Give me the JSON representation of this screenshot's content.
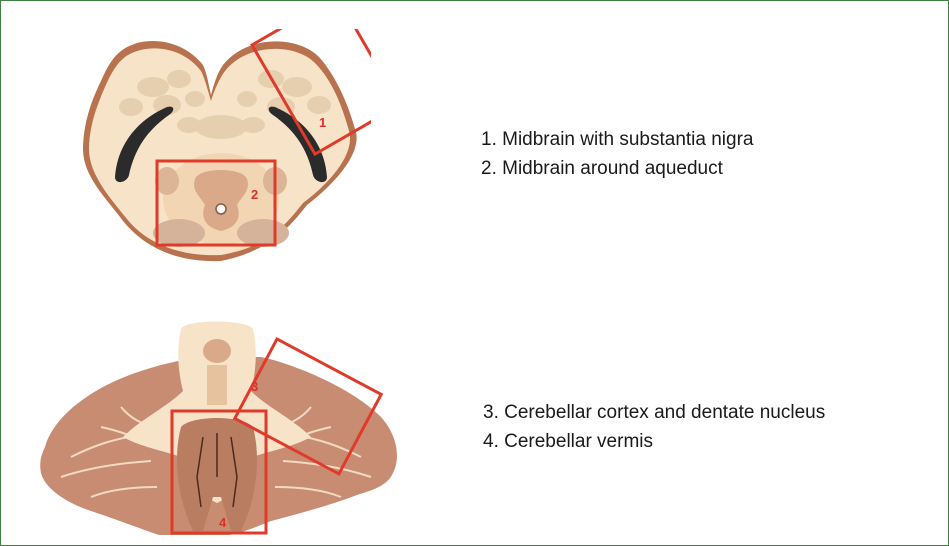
{
  "legend_top": [
    "1. Midbrain with substantia nigra",
    "2. Midbrain around aqueduct"
  ],
  "legend_bottom": [
    "3. Cerebellar cortex and dentate nucleus",
    "4. Cerebellar vermis"
  ],
  "box_labels": [
    "1",
    "2",
    "3",
    "4"
  ],
  "colors": {
    "frame": "#3f7f3f",
    "box": "#e03a2a",
    "tissue_light": "#f7e4c8",
    "tissue_mid": "#e9c8a3",
    "tissue_dark": "#c98f6f",
    "cortex": "#c78c72",
    "nigra": "#2b2b2b"
  }
}
